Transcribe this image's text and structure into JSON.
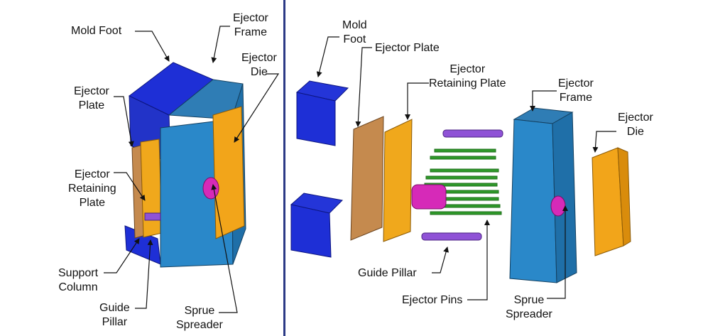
{
  "left_labels": {
    "mold_foot": "Mold Foot",
    "ejector_frame": [
      "Ejector",
      "Frame"
    ],
    "ejector_die": [
      "Ejector",
      "Die"
    ],
    "ejector_plate": [
      "Ejector",
      "Plate"
    ],
    "ejector_retaining_plate": [
      "Ejector",
      "Retaining",
      "Plate"
    ],
    "support_column": [
      "Support",
      "Column"
    ],
    "guide_pillar": [
      "Guide",
      "Pillar"
    ],
    "sprue_spreader": [
      "Sprue",
      "Spreader"
    ]
  },
  "right_labels": {
    "mold_foot": [
      "Mold",
      "Foot"
    ],
    "ejector_plate": "Ejector Plate",
    "ejector_retaining_plate": [
      "Ejector",
      "Retaining Plate"
    ],
    "ejector_frame": [
      "Ejector",
      "Frame"
    ],
    "ejector_die": [
      "Ejector",
      "Die"
    ],
    "guide_pillar": "Guide Pillar",
    "ejector_pins": "Ejector Pins",
    "sprue_spreader": [
      "Sprue",
      "Spreader"
    ]
  },
  "colors": {
    "mold_foot": "#1e2fd6",
    "ejector_frame": "#2a88c9",
    "ejector_die": "#f2a51a",
    "ejector_plate": "#c58a4e",
    "retaining_plate": "#f0a81c",
    "guide_pillar": "#8f52d6",
    "ejector_pins": "#2f9a2a",
    "sprue_spreader": "#d62ab8",
    "divider": "#2c3a86"
  }
}
